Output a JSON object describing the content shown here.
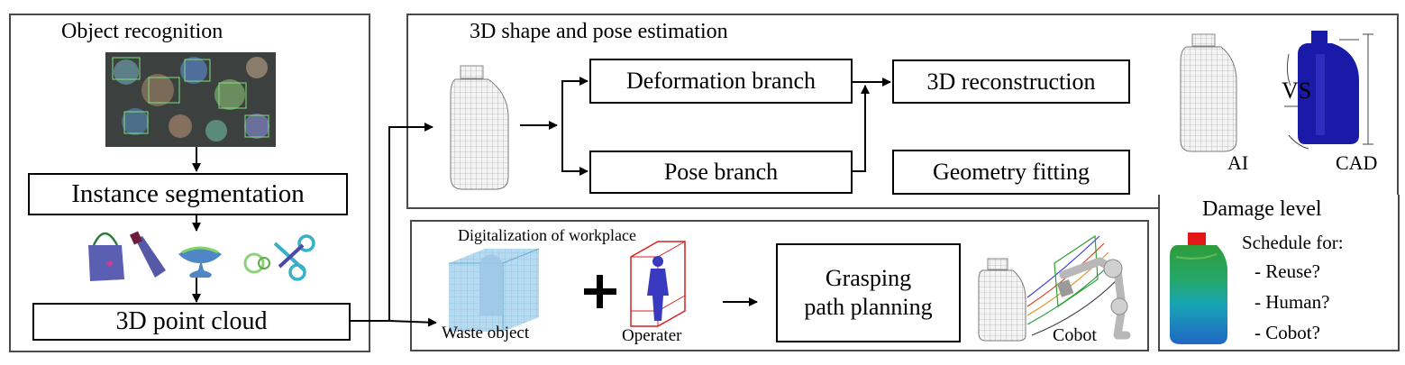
{
  "recognition": {
    "title": "Object recognition",
    "instance_segmentation": "Instance segmentation",
    "point_cloud": "3D point cloud"
  },
  "estimation": {
    "title": "3D shape and pose estimation",
    "deformation_branch": "Deformation branch",
    "pose_branch": "Pose branch",
    "reconstruction": "3D reconstruction",
    "geometry_fitting": "Geometry fitting",
    "vs_label": "VS",
    "ai_label": "AI",
    "cad_label": "CAD"
  },
  "workplace": {
    "title": "Digitalization of workplace",
    "waste_object": "Waste object",
    "operator": "Operater",
    "grasping_line1": "Grasping",
    "grasping_line2": "path planning",
    "cobot": "Cobot"
  },
  "damage": {
    "title": "Damage level",
    "schedule": "Schedule for:",
    "options": [
      "- Reuse?",
      "- Human?",
      "- Cobot?"
    ]
  },
  "colors": {
    "panel_border": "#4a4a4a",
    "cad_blue": "#1a1aa8",
    "operator_box": "#d42020",
    "bottle_cap": "#e01818",
    "waste_cube": "#8fc3e3"
  }
}
